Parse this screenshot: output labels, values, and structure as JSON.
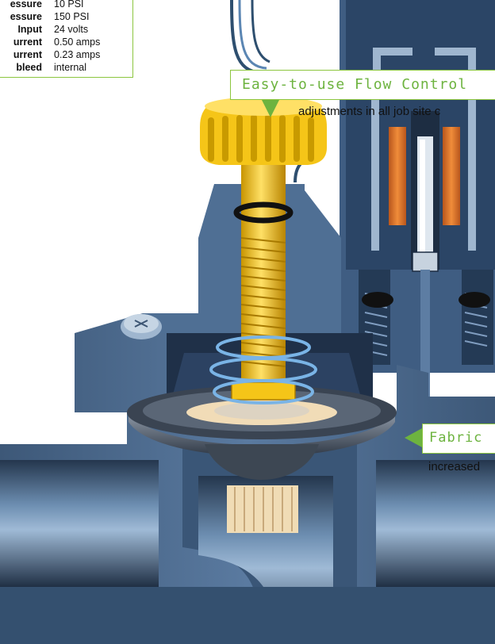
{
  "specs": [
    {
      "key": "essure",
      "value": "10 PSI"
    },
    {
      "key": "essure",
      "value": "150 PSI"
    },
    {
      "key": "Input",
      "value": "24 volts"
    },
    {
      "key": "urrent",
      "value": "0.50 amps"
    },
    {
      "key": "urrent",
      "value": "0.23 amps"
    },
    {
      "key": "bleed",
      "value": "internal"
    }
  ],
  "callouts": {
    "flow_control": {
      "title": "Easy-to-use Flow Control",
      "text": "adjustments in all job site c"
    },
    "fabric": {
      "title": "Fabric",
      "text": "increased"
    }
  },
  "colors": {
    "accent_green": "#8cc63f",
    "body_blue": "#4d6a8a",
    "body_dark": "#2b3f57",
    "brass": "#f2c21b",
    "coil_orange": "#d9702a",
    "spring_blue": "#7ab4e6"
  }
}
